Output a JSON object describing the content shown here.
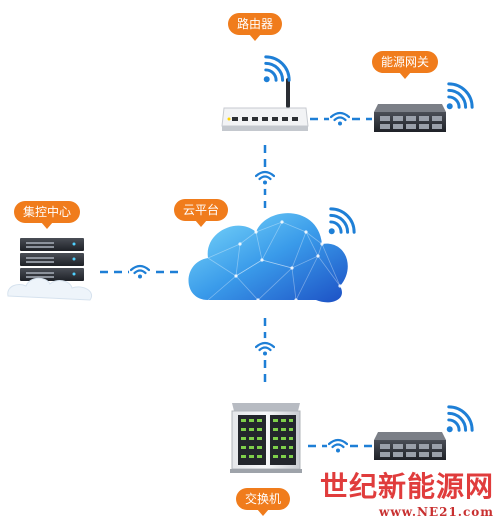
{
  "labels": {
    "router": "路由器",
    "energy_gateway": "能源网关",
    "cloud_platform": "云平台",
    "control_center": "集控中心",
    "switch": "交换机"
  },
  "colors": {
    "callout": "#f07c1c",
    "link": "#1e7fd6",
    "cloud_light": "#5ec8f5",
    "cloud_dark": "#1f56c8"
  },
  "watermark": {
    "chinese": "世纪新能源网",
    "url": "www.NE21.com"
  }
}
